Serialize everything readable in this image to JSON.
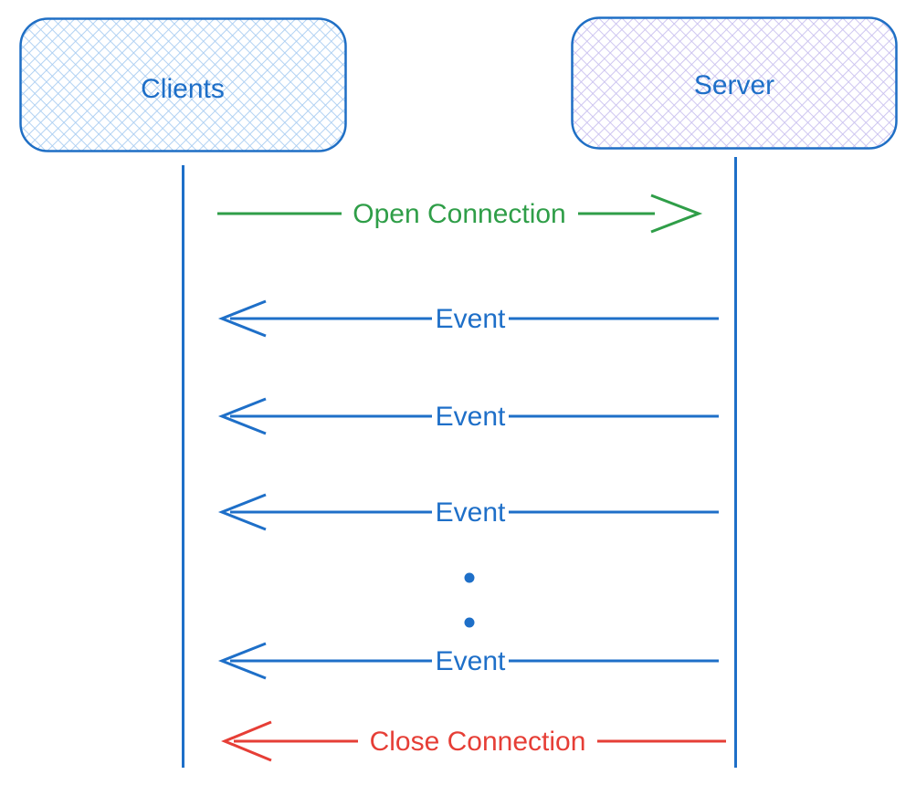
{
  "colors": {
    "blue": "#1e6fc8",
    "green": "#2f9e48",
    "red": "#e63e36",
    "hatch_blue": "#a9cdf2",
    "hatch_purple": "#c9c0ef",
    "box_border": "#1f6fc5",
    "background": "#ffffff"
  },
  "diagram": {
    "type": "sequence-diagram",
    "actors": [
      {
        "label": "Clients"
      },
      {
        "label": "Server"
      }
    ],
    "messages": [
      {
        "label": "Open Connection",
        "direction": "clients-to-server",
        "color": "green"
      },
      {
        "label": "Event",
        "direction": "server-to-clients",
        "color": "blue"
      },
      {
        "label": "Event",
        "direction": "server-to-clients",
        "color": "blue"
      },
      {
        "label": "Event",
        "direction": "server-to-clients",
        "color": "blue"
      },
      {
        "label": "Event",
        "direction": "server-to-clients",
        "color": "blue"
      },
      {
        "label": "Close Connection",
        "direction": "server-to-clients",
        "color": "red"
      }
    ],
    "ellipsis": "two vertical dots between third and fourth Event"
  }
}
